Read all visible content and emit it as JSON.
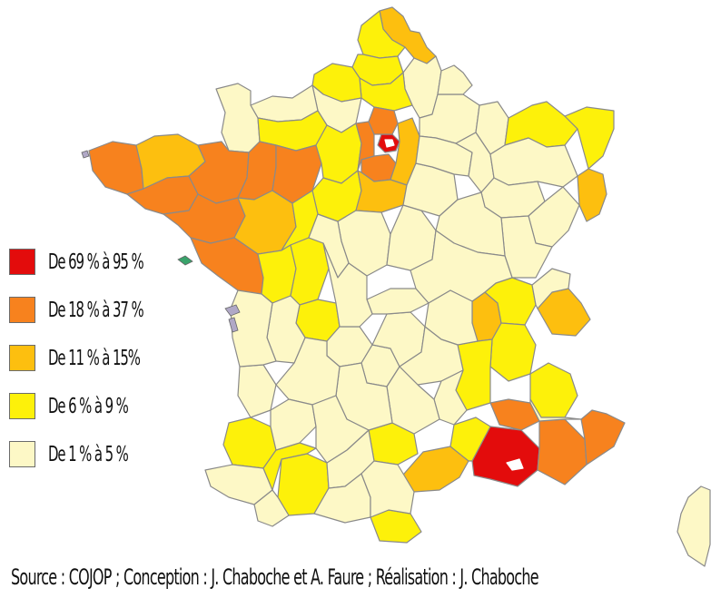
{
  "legend": {
    "items": [
      {
        "label": "De 69 % à 95 %",
        "color": "#e30c0c"
      },
      {
        "label": "De 18 % à 37 %",
        "color": "#f7821e"
      },
      {
        "label": "De 11 % à 15%",
        "color": "#fdbf0f"
      },
      {
        "label": "De 6 % à 9 %",
        "color": "#fdf10a"
      },
      {
        "label": "De 1 % à 5 %",
        "color": "#fdf8c6"
      }
    ]
  },
  "source": "Source : COJOP ; Conception : J. Chaboche et A. Faure ; Réalisation : J. Chaboche",
  "map": {
    "regions": [
      {
        "name": "nord",
        "cls": 3
      },
      {
        "name": "pas-de-calais",
        "cls": 4
      },
      {
        "name": "somme",
        "cls": 4
      },
      {
        "name": "aisne",
        "cls": 5
      },
      {
        "name": "oise",
        "cls": 4
      },
      {
        "name": "seine-maritime",
        "cls": 4
      },
      {
        "name": "eure",
        "cls": 5
      },
      {
        "name": "calvados",
        "cls": 5
      },
      {
        "name": "manche",
        "cls": 5
      },
      {
        "name": "orne",
        "cls": 4
      },
      {
        "name": "finistere",
        "cls": 2
      },
      {
        "name": "cotes-darmor",
        "cls": 3
      },
      {
        "name": "morbihan",
        "cls": 2
      },
      {
        "name": "ille-et-vilaine",
        "cls": 2
      },
      {
        "name": "mayenne",
        "cls": 2
      },
      {
        "name": "sarthe",
        "cls": 2
      },
      {
        "name": "loire-atlantique",
        "cls": 2
      },
      {
        "name": "maine-et-loire",
        "cls": 3
      },
      {
        "name": "vendee",
        "cls": 2
      },
      {
        "name": "eure-et-loir",
        "cls": 4
      },
      {
        "name": "yvelines",
        "cls": 2
      },
      {
        "name": "paris",
        "cls": 1
      },
      {
        "name": "essonne",
        "cls": 2
      },
      {
        "name": "val-doise",
        "cls": 2
      },
      {
        "name": "seine-et-marne",
        "cls": 3
      },
      {
        "name": "loir-et-cher",
        "cls": 4
      },
      {
        "name": "loiret",
        "cls": 3
      },
      {
        "name": "indre-et-loire",
        "cls": 4
      },
      {
        "name": "deux-sevres",
        "cls": 4
      },
      {
        "name": "vienne",
        "cls": 4
      },
      {
        "name": "haute-vienne",
        "cls": 4
      },
      {
        "name": "marne",
        "cls": 5
      },
      {
        "name": "ardennes",
        "cls": 5
      },
      {
        "name": "meuse",
        "cls": 5
      },
      {
        "name": "moselle",
        "cls": 4
      },
      {
        "name": "bas-rhin",
        "cls": 4
      },
      {
        "name": "haut-rhin",
        "cls": 3
      },
      {
        "name": "rhone",
        "cls": 3
      },
      {
        "name": "ain",
        "cls": 4
      },
      {
        "name": "savoie",
        "cls": 3
      },
      {
        "name": "isere",
        "cls": 4
      },
      {
        "name": "drome",
        "cls": 4
      },
      {
        "name": "hautes-alpes",
        "cls": 4
      },
      {
        "name": "vaucluse",
        "cls": 2
      },
      {
        "name": "bouches-du-rhone",
        "cls": 1
      },
      {
        "name": "var",
        "cls": 2
      },
      {
        "name": "alpes-maritimes",
        "cls": 2
      },
      {
        "name": "herault",
        "cls": 3
      },
      {
        "name": "gard",
        "cls": 4
      },
      {
        "name": "aveyron",
        "cls": 4
      },
      {
        "name": "haute-garonne",
        "cls": 4
      },
      {
        "name": "gironde",
        "cls": 5
      },
      {
        "name": "landes",
        "cls": 4
      },
      {
        "name": "pyrenees-atlantiques",
        "cls": 5
      },
      {
        "name": "gers",
        "cls": 4
      },
      {
        "name": "pyrenees-orientales",
        "cls": 4
      },
      {
        "name": "correze",
        "cls": 5
      },
      {
        "name": "cantal",
        "cls": 5
      },
      {
        "name": "puy-de-dome",
        "cls": 5
      },
      {
        "name": "allier",
        "cls": 5
      },
      {
        "name": "cher",
        "cls": 5
      },
      {
        "name": "nievre",
        "cls": 5
      },
      {
        "name": "yonne",
        "cls": 5
      },
      {
        "name": "aube",
        "cls": 5
      },
      {
        "name": "haute-marne",
        "cls": 5
      },
      {
        "name": "vosges",
        "cls": 5
      },
      {
        "name": "haute-saone",
        "cls": 5
      },
      {
        "name": "doubs",
        "cls": 5
      },
      {
        "name": "jura",
        "cls": 5
      },
      {
        "name": "cote-dor",
        "cls": 5
      },
      {
        "name": "saone-et-loire",
        "cls": 5
      },
      {
        "name": "loire",
        "cls": 5
      },
      {
        "name": "haute-loire",
        "cls": 5
      },
      {
        "name": "ardeche",
        "cls": 5
      },
      {
        "name": "lozere",
        "cls": 5
      },
      {
        "name": "tarn",
        "cls": 5
      },
      {
        "name": "lot",
        "cls": 5
      },
      {
        "name": "dordogne",
        "cls": 5
      },
      {
        "name": "charente",
        "cls": 5
      },
      {
        "name": "charente-maritime",
        "cls": 5
      },
      {
        "name": "indre",
        "cls": 5
      },
      {
        "name": "creuse",
        "cls": 5
      },
      {
        "name": "lot-et-garonne",
        "cls": 5
      },
      {
        "name": "tarn-et-garonne",
        "cls": 5
      },
      {
        "name": "ariege",
        "cls": 5
      },
      {
        "name": "aude",
        "cls": 5
      },
      {
        "name": "hautes-pyrenees",
        "cls": 5
      },
      {
        "name": "alpes-de-haute-provence",
        "cls": 5
      },
      {
        "name": "haute-savoie",
        "cls": 5
      },
      {
        "name": "corse",
        "cls": 5
      }
    ]
  }
}
